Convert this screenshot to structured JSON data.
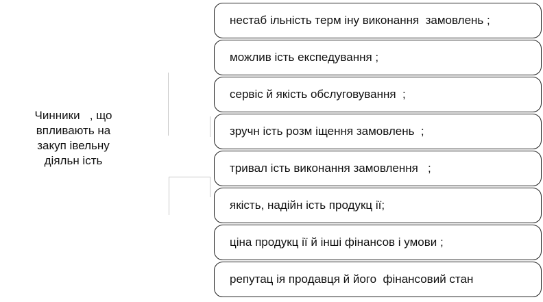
{
  "left_label": {
    "lines": [
      "Чинники   , що",
      "впливають на",
      "закуп івельну",
      "діяльн ість"
    ]
  },
  "factors": [
    "нестаб ільність терм іну виконання  замовлень ;",
    "можлив ість експедування ;",
    "сервіс й якість обслуговування  ;",
    "зручн ість розм іщення замовлень  ;",
    "тривал ість виконання замовлення   ;",
    "якість, надійн ість продукц ії;",
    "ціна продукц ії й інші фінансов і умови ;",
    "репутац ія продавця й його  фінансовий стан"
  ]
}
